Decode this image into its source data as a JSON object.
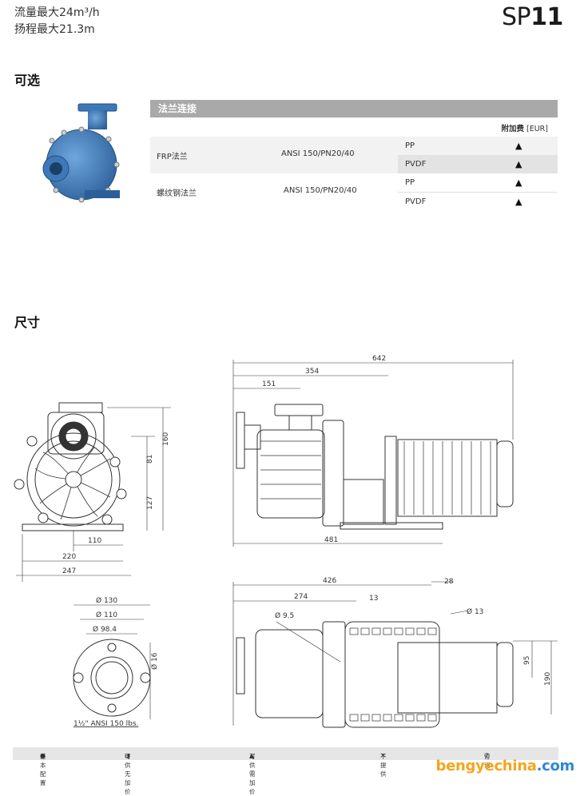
{
  "specs": {
    "flow": "流量最大24m³/h",
    "head": "扬程最大21.3m"
  },
  "model": {
    "prefix": "SP",
    "number": "11"
  },
  "options": {
    "title": "可选",
    "table_title": "法兰连接",
    "surcharge_label": "附加费",
    "surcharge_unit": "[EUR]",
    "rows": [
      {
        "name": "FRP法兰",
        "standard": "ANSI 150/PN20/40",
        "materials": [
          "PP",
          "PVDF"
        ],
        "marks": [
          "▲",
          "▲"
        ]
      },
      {
        "name": "螺纹钢法兰",
        "standard": "ANSI 150/PN20/40",
        "materials": [
          "PP",
          "PVDF"
        ],
        "marks": [
          "▲",
          "▲"
        ]
      }
    ]
  },
  "dimensions": {
    "title": "尺寸",
    "front_view": {
      "d160": "160",
      "d81": "81",
      "d127": "127",
      "d110": "110",
      "d220": "220",
      "d247": "247"
    },
    "side_view": {
      "d642": "642",
      "d354": "354",
      "d151": "151",
      "d481": "481"
    },
    "top_view": {
      "d426": "426",
      "d274": "274",
      "d13a": "13",
      "d28": "28",
      "dia13": "Ø 13",
      "dia9_5": "Ø 9.5",
      "d95": "95",
      "d190": "190"
    },
    "flange_view": {
      "dia130": "Ø 130",
      "dia110": "Ø 110",
      "dia98_4": "Ø 98.4",
      "dia16": "Ø 16",
      "caption": "1½\" ANSI 150 lbs."
    }
  },
  "legend": {
    "items": [
      {
        "symbol": "●",
        "label": "基本配置"
      },
      {
        "symbol": "◑",
        "label": "可供  无加价"
      },
      {
        "symbol": "▲",
        "label": "可供  需加价"
      },
      {
        "symbol": "✕",
        "label": "不提供"
      },
      {
        "symbol": "✆",
        "label": "咨询"
      }
    ]
  },
  "watermark": {
    "part1": "bengye",
    "part2": "china",
    "part3": ".com"
  },
  "colors": {
    "pump_blue": "#3d79b8",
    "header_gray": "#a9a9a9",
    "legend_bg": "#e6e6e6",
    "wm_orange": "#f5a51c",
    "wm_blue": "#2f87d6"
  }
}
